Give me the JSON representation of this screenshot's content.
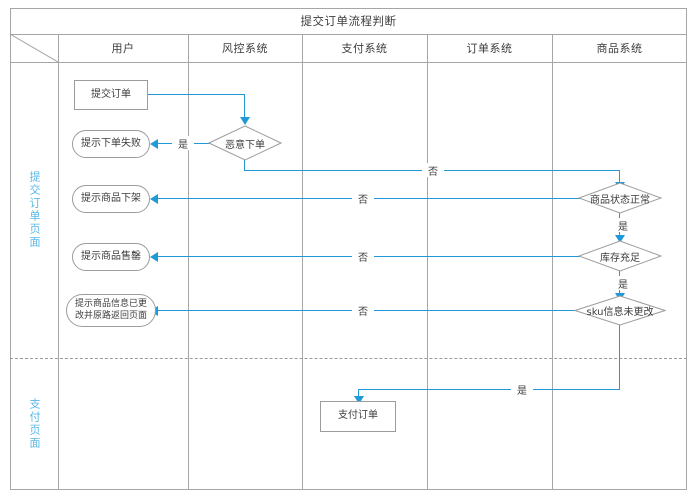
{
  "diagram": {
    "title": "提交订单流程判断",
    "corner_cell": "",
    "columns": [
      {
        "id": "user",
        "label": "用户"
      },
      {
        "id": "risk",
        "label": "风控系统"
      },
      {
        "id": "pay",
        "label": "支付系统"
      },
      {
        "id": "order",
        "label": "订单系统"
      },
      {
        "id": "goods",
        "label": "商品系统"
      }
    ],
    "phases": [
      {
        "id": "submit-order-page",
        "label": "提交订单页面"
      },
      {
        "id": "payment-page",
        "label": "支付页面"
      }
    ],
    "nodes": [
      {
        "id": "submit-order",
        "label": "提交订单",
        "shape": "rect"
      },
      {
        "id": "tip-order-fail",
        "label": "提示下单失败",
        "shape": "round"
      },
      {
        "id": "tip-goods-offshelf",
        "label": "提示商品下架",
        "shape": "round"
      },
      {
        "id": "tip-goods-soldout",
        "label": "提示商品售罄",
        "shape": "round"
      },
      {
        "id": "tip-goods-changed",
        "label": "提示商品信息已更改并原路返回页面",
        "shape": "round"
      },
      {
        "id": "malicious-order",
        "label": "恶意下单",
        "shape": "diamond"
      },
      {
        "id": "goods-status-ok",
        "label": "商品状态正常",
        "shape": "diamond"
      },
      {
        "id": "stock-enough",
        "label": "库存充足",
        "shape": "diamond"
      },
      {
        "id": "sku-unchanged",
        "label": "sku信息未更改",
        "shape": "diamond"
      },
      {
        "id": "pay-order",
        "label": "支付订单",
        "shape": "rect"
      }
    ],
    "edge_labels": {
      "malicious_yes": "是",
      "malicious_no": "否",
      "goods_status_no": "否",
      "goods_status_yes": "是",
      "stock_no": "否",
      "stock_yes": "是",
      "sku_no": "否",
      "sku_yes": "是"
    },
    "colors": {
      "connector": "#1f9ad6",
      "phase_text": "#5bb7e8",
      "grid": "#a6a6a6",
      "node_border": "#9c9c9c",
      "text": "#3c3c3c"
    }
  }
}
